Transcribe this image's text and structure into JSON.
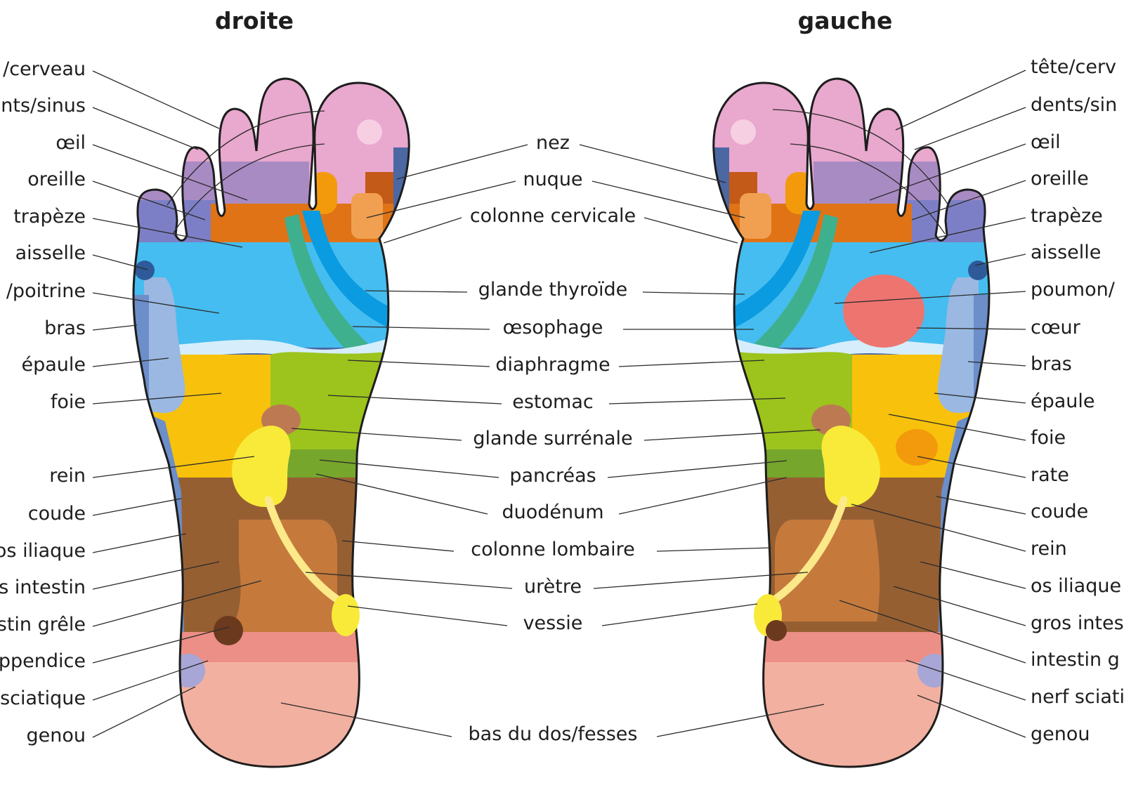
{
  "titles": {
    "right_foot": "droite",
    "left_foot": "gauche"
  },
  "labels": {
    "left_column": [
      "/cerveau",
      "nts/sinus",
      "œil",
      "oreille",
      "trapèze",
      "aisselle",
      "/poitrine",
      "bras",
      "épaule",
      "foie",
      "rein",
      "coude",
      "os iliaque",
      "s intestin",
      "stin grêle",
      "ppendice",
      "sciatique",
      "genou"
    ],
    "center_column": [
      "nez",
      "nuque",
      "colonne cervicale",
      "glande thyroïde",
      "œsophage",
      "diaphragme",
      "estomac",
      "glande surrénale",
      "pancréas",
      "duodénum",
      "colonne lombaire",
      "urètre",
      "vessie",
      "bas du dos/fesses"
    ],
    "right_column": [
      "tête/cerv",
      "dents/sin",
      "œil",
      "oreille",
      "trapèze",
      "aisselle",
      "poumon/",
      "cœur",
      "bras",
      "épaule",
      "foie",
      "rate",
      "coude",
      "rein",
      "os iliaque",
      "gros intes",
      "intestin g",
      "nerf sciati",
      "genou"
    ]
  },
  "colors": {
    "toe_pink": "#e9a8cd",
    "head_purple": "#a98bc4",
    "violet_blue": "#7d7fc6",
    "orange": "#e07316",
    "light_orange": "#f0a050",
    "lung_blue": "#45bdf0",
    "diaphragm_line": "#d6eefb",
    "thyroid_blue": "#0a9be0",
    "esophagus_green": "#3fb08d",
    "liver_yellow": "#f8c20c",
    "stomach_green": "#9cc41c",
    "pancreas_green": "#76a62c",
    "intestine_brown": "#965f32",
    "small_intestine": "#c57a3c",
    "kidney_yellow": "#f9ea3a",
    "ureter_yellow": "#fbe98a",
    "adrenal": "#bd7a52",
    "heel_pink": "#f2b0a0",
    "pelvis_salmon": "#ec8f86",
    "heart_red": "#ee7470",
    "spleen_orange": "#f39a0c",
    "spine_blue": "#4c68a3",
    "arm_light_blue": "#9ab8e2",
    "outline": "#1d1d1d"
  }
}
